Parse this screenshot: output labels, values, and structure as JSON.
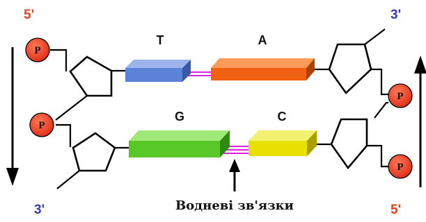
{
  "ends": {
    "left_top": "5'",
    "left_bottom": "3'",
    "right_top": "3'",
    "right_bottom": "5'"
  },
  "bases": {
    "top_left": "T",
    "top_right": "A",
    "bottom_left": "G",
    "bottom_right": "C"
  },
  "phosphate_label": "P",
  "caption": "Водневі зв'язки",
  "colors": {
    "five_prime": "#e8401c",
    "three_prime": "#3a3aa8",
    "phosphate": "#e8401c",
    "thymine": "#5b82d6",
    "adenine": "#f06010",
    "guanine": "#58c828",
    "cytosine": "#e8e000",
    "hydrogen_bond": "#e020e0"
  }
}
